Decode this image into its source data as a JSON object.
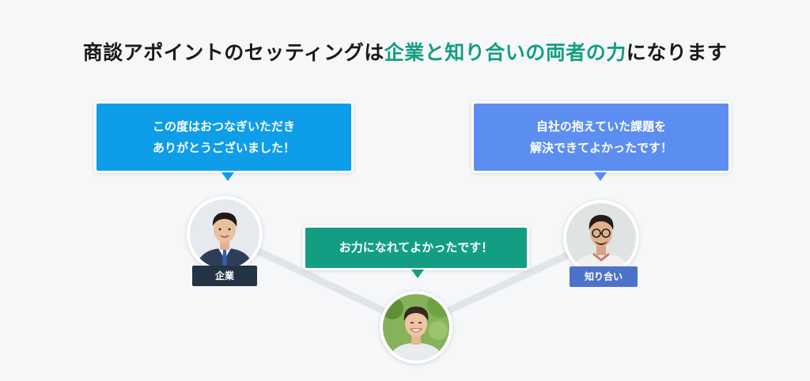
{
  "title": {
    "prefix": "商談アポイントのセッティングは",
    "accent": "企業と知り合いの両者の力",
    "suffix": "になります"
  },
  "bubbles": {
    "company": {
      "line1": "この度はおつなぎいただき",
      "line2": "ありがとうございました！"
    },
    "acquaintance": {
      "line1": "自社の抱えていた課題を",
      "line2": "解決できてよかったです！"
    },
    "self": {
      "line1": "お力になれてよかったです！"
    }
  },
  "tags": {
    "company": "企業",
    "acquaintance": "知り合い"
  },
  "colors": {
    "accent_green": "#139e84",
    "company_blue": "#0e9de9",
    "acquaintance_blue": "#5b8ef0",
    "company_tag": "#243444",
    "acquaintance_tag": "#4d72c9"
  }
}
